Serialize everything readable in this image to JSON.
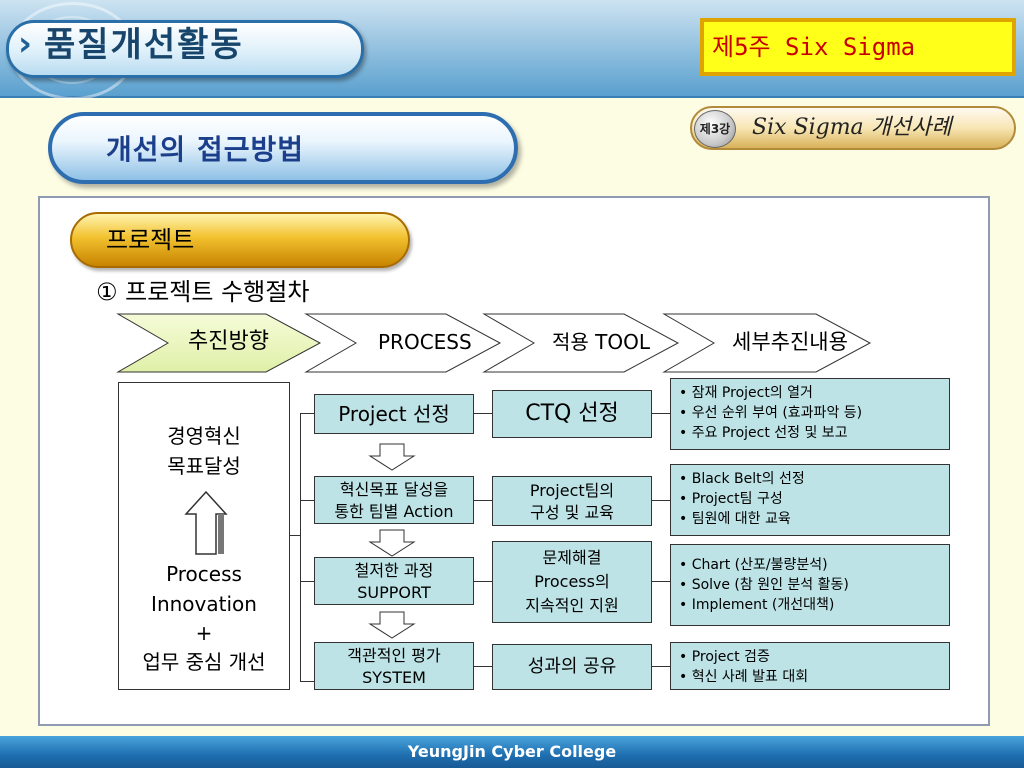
{
  "header": {
    "title": "품질개선활동",
    "week_label": "제5주 Six Sigma"
  },
  "section": {
    "title": "개선의 접근방법"
  },
  "lecture": {
    "badge": "제3강",
    "title": "Six Sigma 개선사례"
  },
  "content": {
    "heading": "프로젝트",
    "subtitle": "① 프로젝트 수행절차",
    "columns": [
      "추진방향",
      "PROCESS",
      "적용 TOOL",
      "세부추진내용"
    ],
    "goal_box": {
      "line1": "경영혁신",
      "line2": "목표달성",
      "line3": "Process",
      "line4": "Innovation",
      "line5": "+",
      "line6": "업무 중심 개선"
    },
    "process_steps": [
      {
        "line1": "Project 선정",
        "line2": ""
      },
      {
        "line1": "혁신목표 달성을",
        "line2": "통한 팀별 Action"
      },
      {
        "line1": "철저한 과정",
        "line2": "SUPPORT"
      },
      {
        "line1": "객관적인 평가",
        "line2": "SYSTEM"
      }
    ],
    "tools": [
      {
        "line1": "CTQ 선정",
        "line2": "",
        "line3": ""
      },
      {
        "line1": "Project팀의",
        "line2": "구성 및 교육",
        "line3": ""
      },
      {
        "line1": "문제해결",
        "line2": "Process의",
        "line3": "지속적인 지원"
      },
      {
        "line1": "성과의 공유",
        "line2": "",
        "line3": ""
      }
    ],
    "details": [
      [
        "• 잠재 Project의 열거",
        "• 우선 순위 부여 (효과파악 등)",
        "• 주요 Project 선정 및 보고"
      ],
      [
        "• Black Belt의 선정",
        "• Project팀 구성",
        "• 팀원에 대한 교육"
      ],
      [
        "• Chart (산포/불량분석)",
        "• Solve (참 원인 분석 활동)",
        "• Implement (개선대책)"
      ],
      [
        "• Project 검증",
        "• 혁신 사례 발표 대회"
      ]
    ]
  },
  "footer": {
    "text": "YeungJin Cyber College"
  }
}
